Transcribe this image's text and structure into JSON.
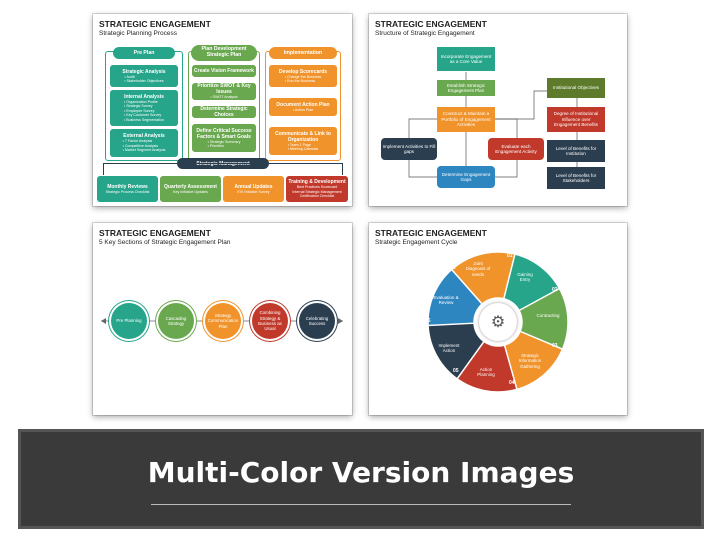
{
  "slide1": {
    "title": "STRATEGIC ENGAGEMENT",
    "subtitle": "Strategic Planning Process",
    "pre_plan": "Pre Plan",
    "plan_dev": "Plan Development\nStrategic Plan",
    "implementation": "Implementation",
    "strategic_analysis": "Strategic Analysis",
    "strategic_analysis_items": "• Audit\n• Stakeholder Objectives",
    "internal_analysis": "Internal Analysis",
    "internal_analysis_items": "• Organization Profile\n• Strategic Survey\n• Employee Survey\n• Key Customer Survey\n• Business Segmentation",
    "external_analysis": "External Analysis",
    "external_analysis_items": "• 7 Factor Analysis\n• Competitive Analysis\n• Market Segment Analysis",
    "create_vision": "Create Vision Framework",
    "prioritize": "Prioritize SWOT & Key Issues",
    "prioritize_items": "• SWOT Analysis",
    "determine_choices": "Determine Strategic Choices",
    "define_critical": "Define Critical Success Factors & Smart Goals",
    "define_critical_items": "• Strategic Summary\n• Priorities",
    "develop_scorecards": "Develop Scorecards",
    "develop_scorecards_items": "• Change the Business\n• Run the Business",
    "document_plan": "Document Action Plan",
    "document_plan_items": "• Action Plan",
    "communicate": "Communicate & Link to Organization",
    "communicate_items": "• Team 1 Page\n• Meeting Calendar",
    "strategic_management": "Strategic Management",
    "monthly_review": "Monthly Reviews",
    "monthly_review_items": "Strategic Process Checklist",
    "quarterly": "Quarterly Assessment",
    "quarterly_items": "Key Initiative Updates",
    "annual": "Annual Updates",
    "annual_items": "EVI Initiative Survey",
    "training": "Training & Development",
    "training_items": "Best Practices Scorecard\nInternal Strategic Management\nCertification Checklist"
  },
  "slide2": {
    "title": "STRATEGIC ENGAGEMENT",
    "subtitle": "Structure of Strategic Engagement",
    "incorporate": "Incorporate Engagement as a Core Value",
    "establish": "Establish Strategic Engagement Plan",
    "construct": "Construct & Maintain a Portfolio of Engagement Activities",
    "implement": "Implement Activities to Fill gaps",
    "evaluate": "Evaluate each Engagement Activity",
    "determine_gaps": "Determine Engagement Gaps",
    "institutional": "Institutional Objectives",
    "degree": "Degree of Institutional Influence over Engagement Benefits",
    "level_institution": "Level of Benefits for Institution",
    "level_stakeholders": "Level of Benefits for Stakeholders"
  },
  "slide3": {
    "title": "STRATEGIC ENGAGEMENT",
    "subtitle": "5 Key Sections of Strategic Engagement Plan",
    "steps": [
      "Pre Planning",
      "Cascading Strategy",
      "Strategy Communication Plan",
      "Combining Strategy & Business as Usual",
      "Celebrating Success"
    ]
  },
  "slide4": {
    "title": "STRATEGIC ENGAGEMENT",
    "subtitle": "Strategic Engagement Cycle",
    "segments": [
      {
        "num": "01",
        "label": "Gaining Entry"
      },
      {
        "num": "02",
        "label": "Contracting"
      },
      {
        "num": "03",
        "label": "Strategic Information Gathering"
      },
      {
        "num": "04",
        "label": "Action Planning"
      },
      {
        "num": "05",
        "label": "Implement Action"
      },
      {
        "num": "06",
        "label": "Evaluation & Review"
      },
      {
        "num": "07",
        "label": "Joint Diagnosis of needs"
      }
    ]
  },
  "banner": {
    "text": "Multi-Color Version Images"
  },
  "colors": {
    "teal": "#27a58a",
    "green": "#6aa84f",
    "orange": "#f0932b",
    "red": "#c0392b",
    "navy": "#2b3e50",
    "blue": "#2e86c1",
    "olive": "#5d7b2b"
  }
}
